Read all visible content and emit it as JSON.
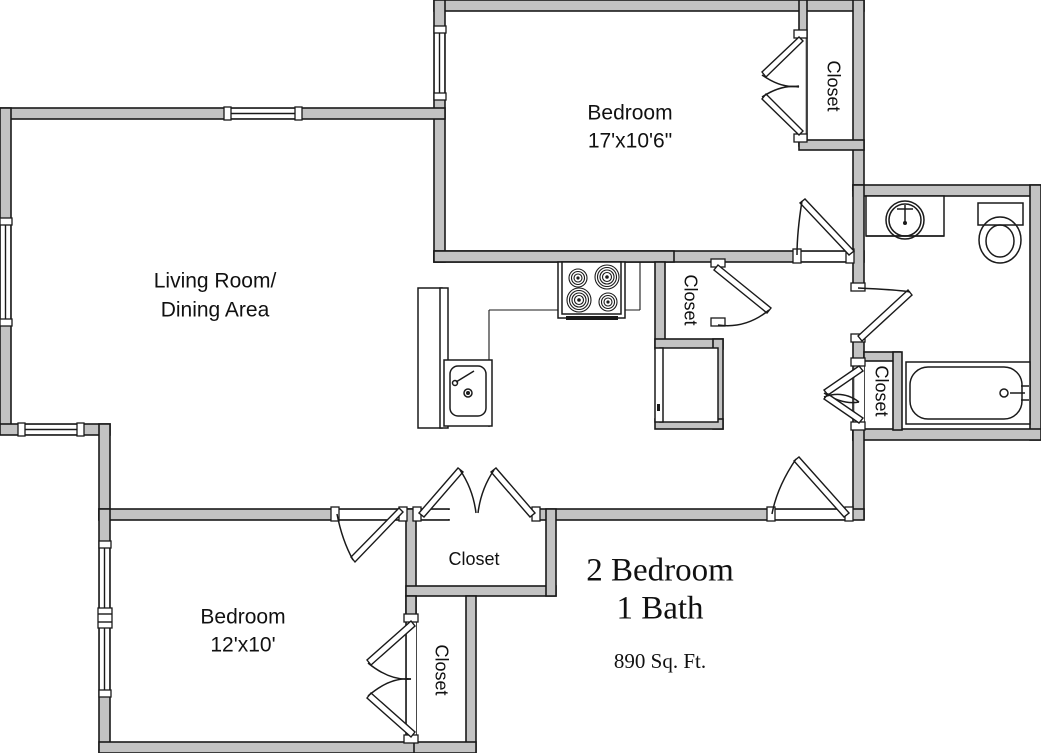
{
  "plan": {
    "title_line1": "2 Bedroom",
    "title_line2": "1 Bath",
    "square_feet": "890 Sq. Ft.",
    "wall_color": "#c3c3c3",
    "outline_color": "#1a1a1a",
    "background_color": "#ffffff"
  },
  "rooms": {
    "living": {
      "name_line1": "Living Room/",
      "name_line2": "Dining Area"
    },
    "bedroom_master": {
      "name": "Bedroom",
      "dimensions": "17'x10'6\""
    },
    "bedroom_second": {
      "name": "Bedroom",
      "dimensions": "12'x10'"
    }
  },
  "closets": {
    "master_closet": "Closet",
    "kitchen_closet": "Closet",
    "hall_linen_closet": "Closet",
    "hall_closet": "Closet",
    "bedroom2_closet": "Closet"
  },
  "fixtures": {
    "kitchen_sink": "kitchen-sink",
    "range": "range-4-burner",
    "refrigerator": "refrigerator",
    "bath_sink": "bathroom-vanity-sink",
    "toilet": "toilet",
    "bathtub": "bathtub"
  }
}
